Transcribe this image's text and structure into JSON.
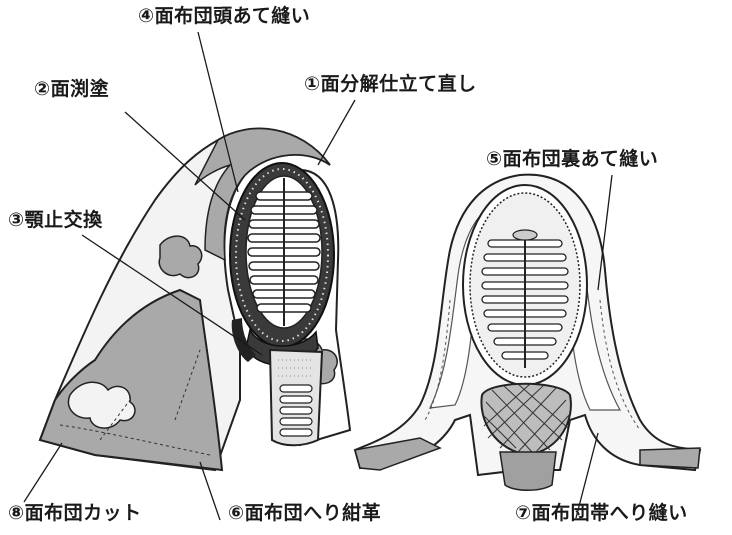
{
  "labels": {
    "l1": "①面分解仕立て直し",
    "l2": "②面渕塗",
    "l3": "③顎止交換",
    "l4": "④面布団頭あて縫い",
    "l5": "⑤面布団裏あて縫い",
    "l6": "⑥面布団へり紺革",
    "l7": "⑦面布団帯へり縫い",
    "l8": "⑧面布団カット"
  },
  "colors": {
    "ink": "#1a1a1a",
    "futon_gray": "#a9a9a9",
    "futon_light": "#f3f3f3",
    "frame_dark": "#3a3a3a"
  }
}
